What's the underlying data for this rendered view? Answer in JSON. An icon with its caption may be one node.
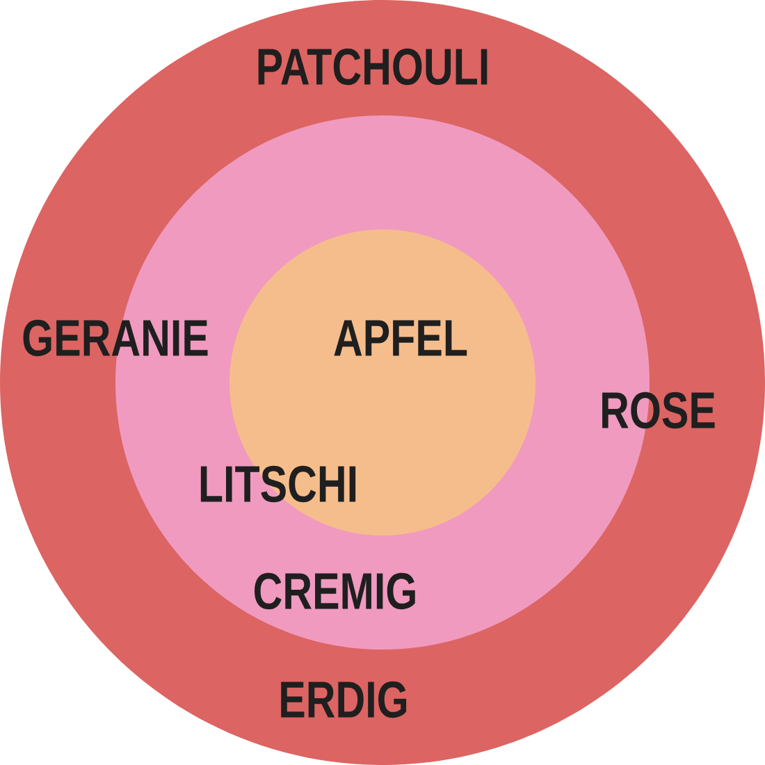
{
  "diagram": {
    "nodes": [
      {
        "text": [
          "PATCHOULI",
          "GERANIE",
          "ROSE",
          "ERDIG"
        ]
      },
      {
        "text": [
          "CREMIG"
        ],
        "in": 0
      },
      {
        "text": [
          "APFEL"
        ],
        "in": 1
      }
    ],
    "labels": [
      "LITSCHI"
    ]
  }
}
